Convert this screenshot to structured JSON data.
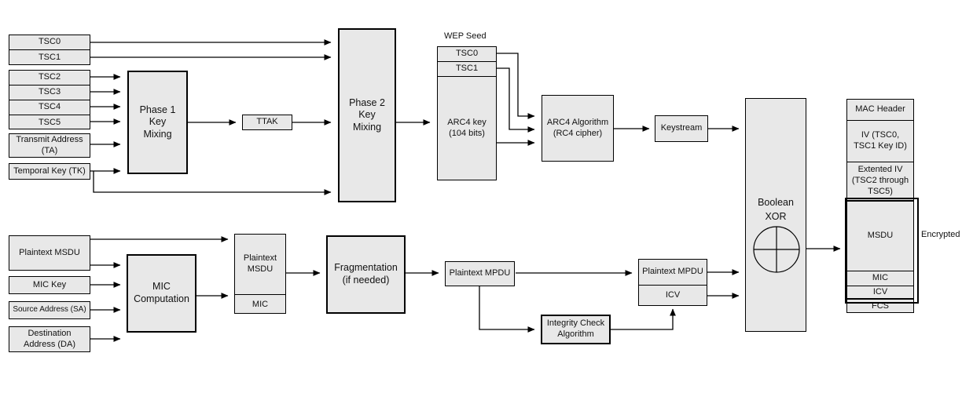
{
  "diagram": {
    "title_label": "WEP Seed",
    "encrypted_label": "Encrypted",
    "inputs_top": [
      {
        "label": "TSC0"
      },
      {
        "label": "TSC1"
      },
      {
        "label": "TSC2"
      },
      {
        "label": "TSC3"
      },
      {
        "label": "TSC4"
      },
      {
        "label": "TSC5"
      },
      {
        "label": "Transmit Address (TA)"
      },
      {
        "label": "Temporal Key (TK)"
      }
    ],
    "phase1": "Phase 1\nKey\nMixing",
    "phase1_lines": [
      "Phase 1",
      "Key",
      "Mixing"
    ],
    "ttak": "TTAK",
    "phase2_lines": [
      "Phase 2",
      "Key",
      "Mixing"
    ],
    "wep_seed": {
      "caption": "WEP Seed",
      "rows": [
        "TSC0",
        "TSC1",
        "ARC4 key\n(104 bits)"
      ],
      "row0": "TSC0",
      "row1": "TSC1",
      "row2a": "ARC4 key",
      "row2b": "(104 bits)"
    },
    "arc4": {
      "line1": "ARC4 Algorithm",
      "line2": "(RC4 cipher)"
    },
    "keystream": "Keystream",
    "xor": {
      "line1": "Boolean",
      "line2": "XOR"
    },
    "frame": {
      "rows": [
        {
          "label": "MAC Header"
        },
        {
          "label": "IV (TSC0,\nTSC1 Key ID)",
          "l1": "IV (TSC0,",
          "l2": "TSC1 Key ID)"
        },
        {
          "label": "Extented IV\n(TSC2 through\nTSC5)",
          "l1": "Extented IV",
          "l2": "(TSC2 through",
          "l3": "TSC5)"
        },
        {
          "label": "MSDU"
        },
        {
          "label": "MIC"
        },
        {
          "label": "ICV"
        },
        {
          "label": "FCS"
        }
      ],
      "mac_header": "MAC Header",
      "iv_l1": "IV (TSC0,",
      "iv_l2": "TSC1 Key ID)",
      "ext_l1": "Extented IV",
      "ext_l2": "(TSC2 through",
      "ext_l3": "TSC5)",
      "msdu": "MSDU",
      "mic": "MIC",
      "icv": "ICV",
      "fcs": "FCS"
    },
    "inputs_bottom": [
      {
        "label": "Plaintext MSDU"
      },
      {
        "label": "MIC Key"
      },
      {
        "label": "Source Address (SA)"
      },
      {
        "label": "Destination Address (DA)",
        "l1": "Destination",
        "l2": "Address (DA)"
      }
    ],
    "mic_computation": {
      "l1": "MIC",
      "l2": "Computation"
    },
    "plaintext_msdu_stack": {
      "l1": "Plaintext",
      "l2": "MSDU",
      "mic": "MIC"
    },
    "fragmentation": {
      "l1": "Fragmentation",
      "l2": "(if needed)"
    },
    "plaintext_mpdu": "Plaintext MPDU",
    "integrity_check": {
      "l1": "Integrity Check",
      "l2": "Algorithm"
    },
    "mpdu_icv_stack": {
      "mpdu": "Plaintext MPDU",
      "icv": "ICV"
    },
    "colors": {
      "box_fill": "#e8e8e8",
      "stroke": "#000000",
      "background": "#ffffff"
    }
  }
}
